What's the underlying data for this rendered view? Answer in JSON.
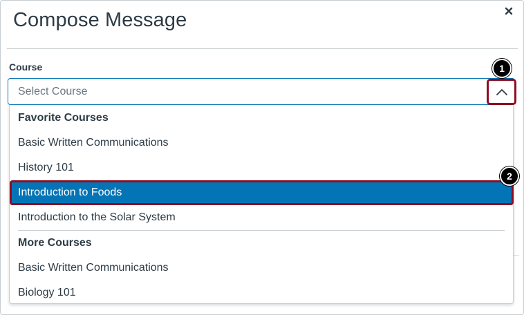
{
  "dialog": {
    "title": "Compose Message",
    "close_icon": "close-icon"
  },
  "course_field": {
    "label": "Course",
    "placeholder": "Select Course",
    "toggle_icon": "chevron-up-icon"
  },
  "callouts": {
    "first": "1",
    "second": "2"
  },
  "dropdown": {
    "groups": [
      {
        "label": "Favorite Courses",
        "items": [
          {
            "label": "Basic Written Communications"
          },
          {
            "label": "History 101"
          },
          {
            "label": "Introduction to Foods",
            "selected": true
          },
          {
            "label": "Introduction to the Solar System"
          }
        ]
      },
      {
        "label": "More Courses",
        "items": [
          {
            "label": "Basic Written Communications"
          },
          {
            "label": "Biology 101"
          }
        ]
      }
    ]
  },
  "colors": {
    "accent": "#0374b5",
    "highlight_outline": "#900c1f",
    "text": "#2d3b45",
    "placeholder": "#6b7780",
    "border": "#c7cdd1"
  }
}
